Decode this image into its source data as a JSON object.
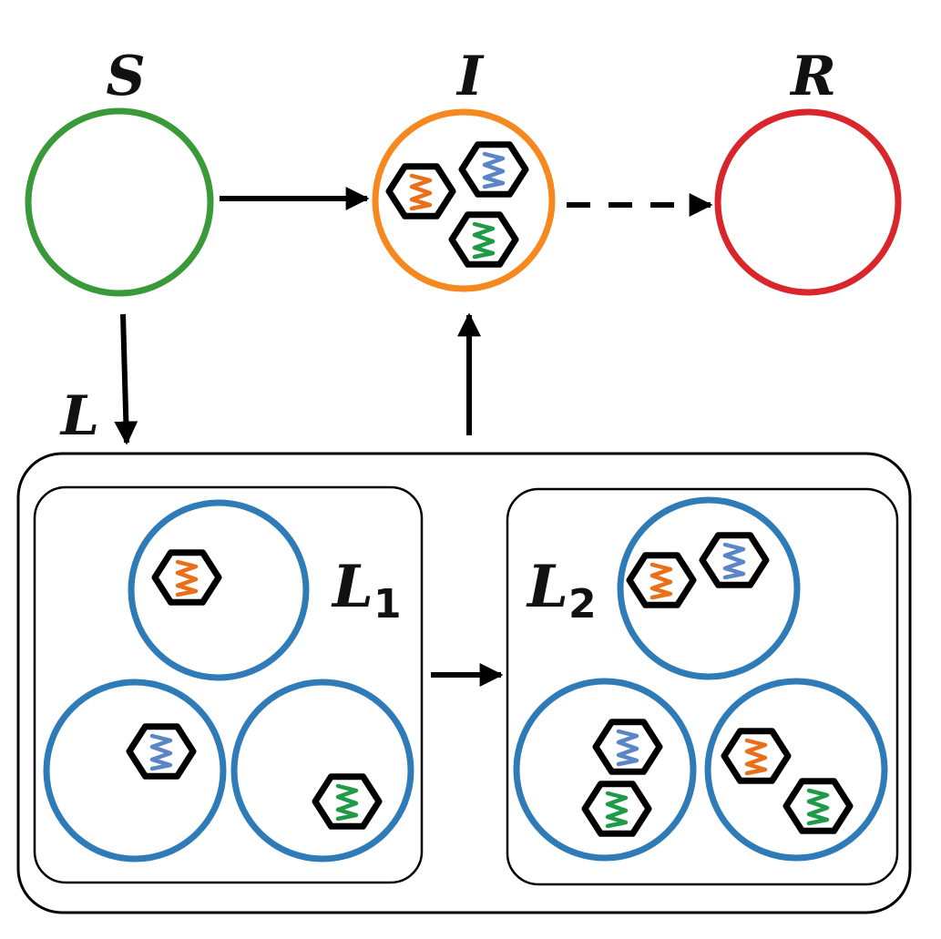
{
  "labels": {
    "susceptible": "S",
    "infected": "I",
    "recovered": "R",
    "latent": "L",
    "latent1_main": "L",
    "latent1_sub": "1",
    "latent2_main": "L",
    "latent2_sub": "2"
  },
  "colors": {
    "susceptible": "#3a9a3a",
    "infected": "#f5891f",
    "recovered": "#d8262c",
    "latent_circle": "#2f7bb8",
    "strain_orange": "#e8701a",
    "strain_blue": "#5b86c6",
    "strain_green": "#1e9a48",
    "outline": "#000000"
  },
  "icons": {
    "strain": "hexagon-zigzag-icon"
  }
}
